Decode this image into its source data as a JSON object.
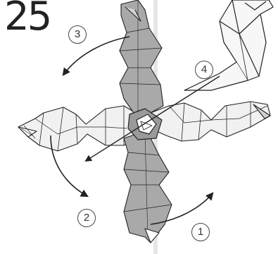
{
  "diagram": {
    "step_number": "25",
    "step_labels": [
      "3",
      "4",
      "2",
      "1"
    ],
    "colors": {
      "colored_side": "#a9a9a9",
      "white_side": "#f4f4f4",
      "line": "#1e1e1e",
      "background": "#ffffff"
    }
  }
}
